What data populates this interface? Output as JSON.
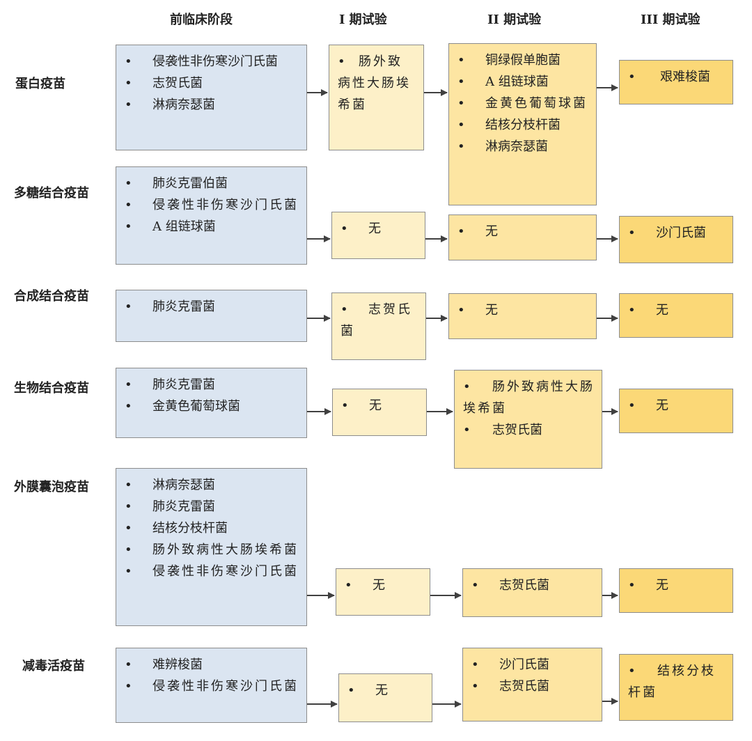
{
  "headers": [
    "前临床阶段",
    "I 期试验",
    "II 期试验",
    "III 期试验"
  ],
  "rows": [
    {
      "label": "蛋白疫苗",
      "preclinical": [
        "侵袭性非伤寒沙门氏菌",
        "志贺氏菌",
        "淋病奈瑟菌"
      ],
      "phase1": [
        "肠外致病性大肠埃希菌"
      ],
      "phase2": [
        "铜绿假单胞菌",
        "A 组链球菌",
        "金黄色葡萄球菌",
        "结核分枝杆菌",
        "淋病奈瑟菌"
      ],
      "phase3": [
        "艰难梭菌"
      ]
    },
    {
      "label": "多糖结合疫苗",
      "preclinical": [
        "肺炎克雷伯菌",
        "侵袭性非伤寒沙门氏菌",
        "A 组链球菌"
      ],
      "phase1": [
        "无"
      ],
      "phase2": [
        "无"
      ],
      "phase3": [
        "沙门氏菌"
      ]
    },
    {
      "label": "合成结合疫苗",
      "preclinical": [
        "肺炎克雷菌"
      ],
      "phase1": [
        "志贺氏菌"
      ],
      "phase2": [
        "无"
      ],
      "phase3": [
        "无"
      ]
    },
    {
      "label": "生物结合疫苗",
      "preclinical": [
        "肺炎克雷菌",
        "金黄色葡萄球菌"
      ],
      "phase1": [
        "无"
      ],
      "phase2": [
        "肠外致病性大肠埃希菌",
        "志贺氏菌"
      ],
      "phase3": [
        "无"
      ]
    },
    {
      "label": "外膜囊泡疫苗",
      "preclinical": [
        "淋病奈瑟菌",
        "肺炎克雷菌",
        "结核分枝杆菌",
        "肠外致病性大肠埃希菌",
        "侵袭性非伤寒沙门氏菌"
      ],
      "phase1": [
        "无"
      ],
      "phase2": [
        "志贺氏菌"
      ],
      "phase3": [
        "无"
      ]
    },
    {
      "label": "减毒活疫苗",
      "preclinical": [
        "难辨梭菌",
        "侵袭性非伤寒沙门氏菌"
      ],
      "phase1": [
        "无"
      ],
      "phase2": [
        "沙门氏菌",
        "志贺氏菌"
      ],
      "phase3": [
        "结核分枝杆菌"
      ]
    }
  ]
}
